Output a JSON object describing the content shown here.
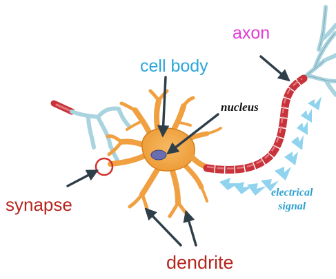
{
  "labels": {
    "axon": "axon",
    "cell_body": "cell body",
    "nucleus": "nucleus",
    "synapse": "synapse",
    "dendrite": "dendrite",
    "signal_line1": "electrical",
    "signal_line2": "signal"
  },
  "colors": {
    "axon_label": "#e23bd6",
    "cell_body_label": "#2aa6d8",
    "synapse_label": "#b5261e",
    "dendrite_label": "#b5261e",
    "signal_label": "#2fa1cf",
    "soma": "#f0a040",
    "soma_outline": "#d77e1c",
    "nucleus": "#6a6db0",
    "axon_segments": "#c8323b",
    "terminals": "#a9d4df",
    "signal_arrows": "#8fd3ee",
    "pointer_arrows": "#2f3f4a"
  }
}
